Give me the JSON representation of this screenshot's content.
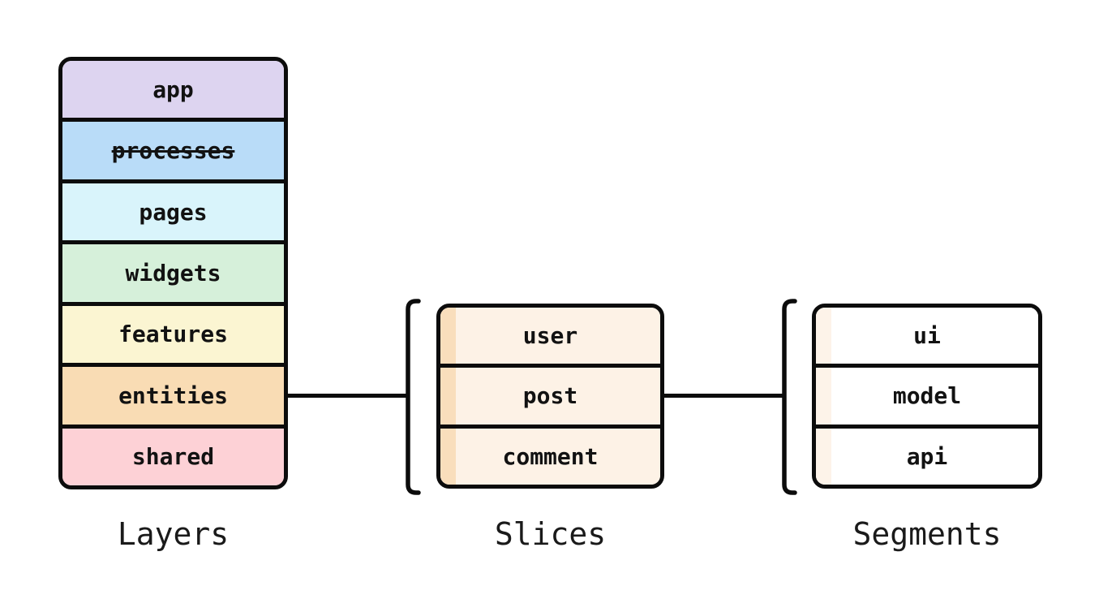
{
  "colors": {
    "stroke": "#0c0c0c",
    "background": "#ffffff",
    "text": "#121212"
  },
  "layers": {
    "caption": "Layers",
    "items": [
      {
        "label": "app",
        "color": "#ddd4f0",
        "deprecated": false
      },
      {
        "label": "processes",
        "color": "#b9dcf8",
        "deprecated": true
      },
      {
        "label": "pages",
        "color": "#d9f4fb",
        "deprecated": false
      },
      {
        "label": "widgets",
        "color": "#d6f0da",
        "deprecated": false
      },
      {
        "label": "features",
        "color": "#fbf5d2",
        "deprecated": false
      },
      {
        "label": "entities",
        "color": "#f9dcb4",
        "deprecated": false
      },
      {
        "label": "shared",
        "color": "#fdd1d6",
        "deprecated": false
      }
    ]
  },
  "slices": {
    "caption": "Slices",
    "fill": "#fdf2e6",
    "stripe": "#f9debc",
    "items": [
      {
        "label": "user"
      },
      {
        "label": "post"
      },
      {
        "label": "comment"
      }
    ]
  },
  "segments": {
    "caption": "Segments",
    "fill": "#ffffff",
    "stripe": "#fdf3e9",
    "items": [
      {
        "label": "ui"
      },
      {
        "label": "model"
      },
      {
        "label": "api"
      }
    ]
  }
}
